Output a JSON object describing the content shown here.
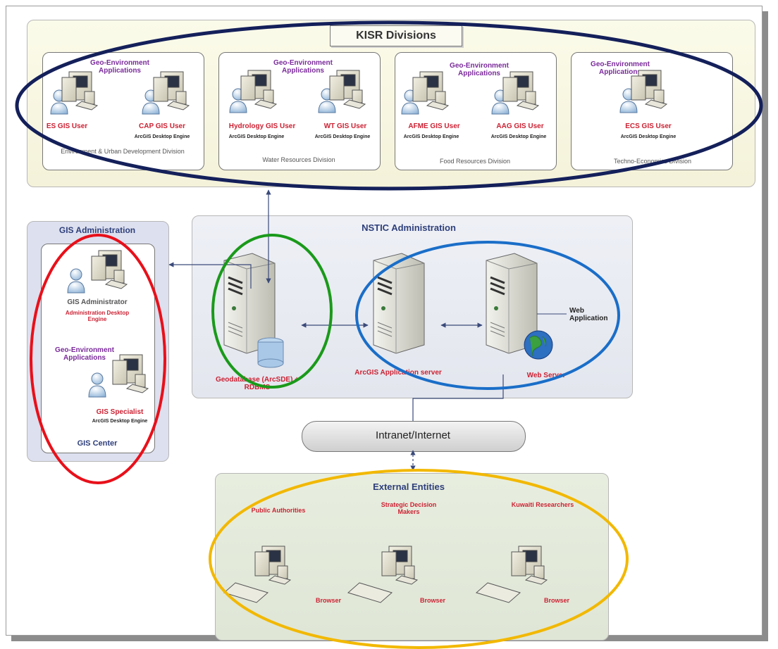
{
  "kisr": {
    "title": "KISR Divisions",
    "divisions": [
      {
        "apps": "Geo-Environment Applications",
        "user1": "ES GIS User",
        "user2": "CAP GIS User",
        "engine": "ArcGIS Desktop Engine",
        "name": "Environment & Urban Development Division"
      },
      {
        "apps": "Geo-Environment Applications",
        "user1": "Hydrology GIS User",
        "user2": "WT GIS User",
        "engine": "ArcGIS Desktop Engine",
        "name": "Water Resources Division"
      },
      {
        "apps": "Geo-Environment Applications",
        "user1": "AFME GIS User",
        "user2": "AAG GIS User",
        "engine": "ArcGIS Desktop Engine",
        "name": "Food Resources Division"
      },
      {
        "apps": "Geo-Environment Applications",
        "user1": "ECS GIS User",
        "engine": "ArcGIS Desktop Engine",
        "name": "Techno-Economics Division"
      }
    ]
  },
  "gis_admin": {
    "title": "GIS Administration",
    "administrator": "GIS Administrator",
    "admin_engine": "Administration Desktop Engine",
    "apps": "Geo-Environment Applications",
    "specialist": "GIS Specialist",
    "specialist_engine": "ArcGIS Desktop Engine",
    "center": "GIS Center"
  },
  "nstic": {
    "title": "NSTIC Administration",
    "geodatabase": "Geodatabase (ArcSDE) + RDBMS",
    "app_server": "ArcGIS Application server",
    "web_server": "Web Server",
    "web_app": "Web Application"
  },
  "network": {
    "label": "Intranet/Internet"
  },
  "external": {
    "title": "External Entities",
    "clients": [
      {
        "name": "Public Authorities",
        "browser": "Browser"
      },
      {
        "name": "Strategic Decision Makers",
        "browser": "Browser"
      },
      {
        "name": "Kuwaiti Researchers",
        "browser": "Browser"
      }
    ]
  },
  "colors": {
    "navy": "#14205a",
    "red": "#e8101a",
    "green": "#1a9a1a",
    "blue": "#1a6ec8",
    "yellow": "#f2b800"
  }
}
